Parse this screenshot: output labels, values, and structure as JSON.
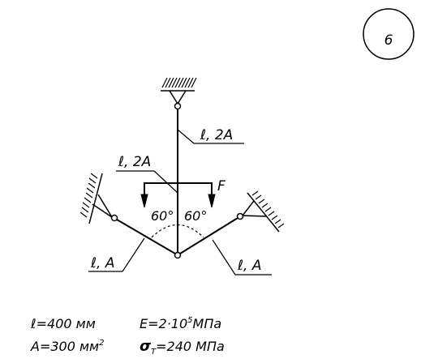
{
  "figure_number": "6",
  "labels": {
    "top_rod": "ℓ, 2A",
    "middle_rod": "ℓ, 2A",
    "left_rod": "ℓ, A",
    "right_rod": "ℓ, A",
    "force": "F",
    "angle_left": "60°",
    "angle_right": "60°"
  },
  "parameters": {
    "length": "ℓ=400 мм",
    "area_prefix": "A=300 мм",
    "area_exp": "2",
    "modulus_prefix": "E=2·10",
    "modulus_exp": "5",
    "modulus_unit": "МПа",
    "yield_symbol": "σ",
    "yield_sub": "Т",
    "yield_value": "=240 МПа"
  }
}
